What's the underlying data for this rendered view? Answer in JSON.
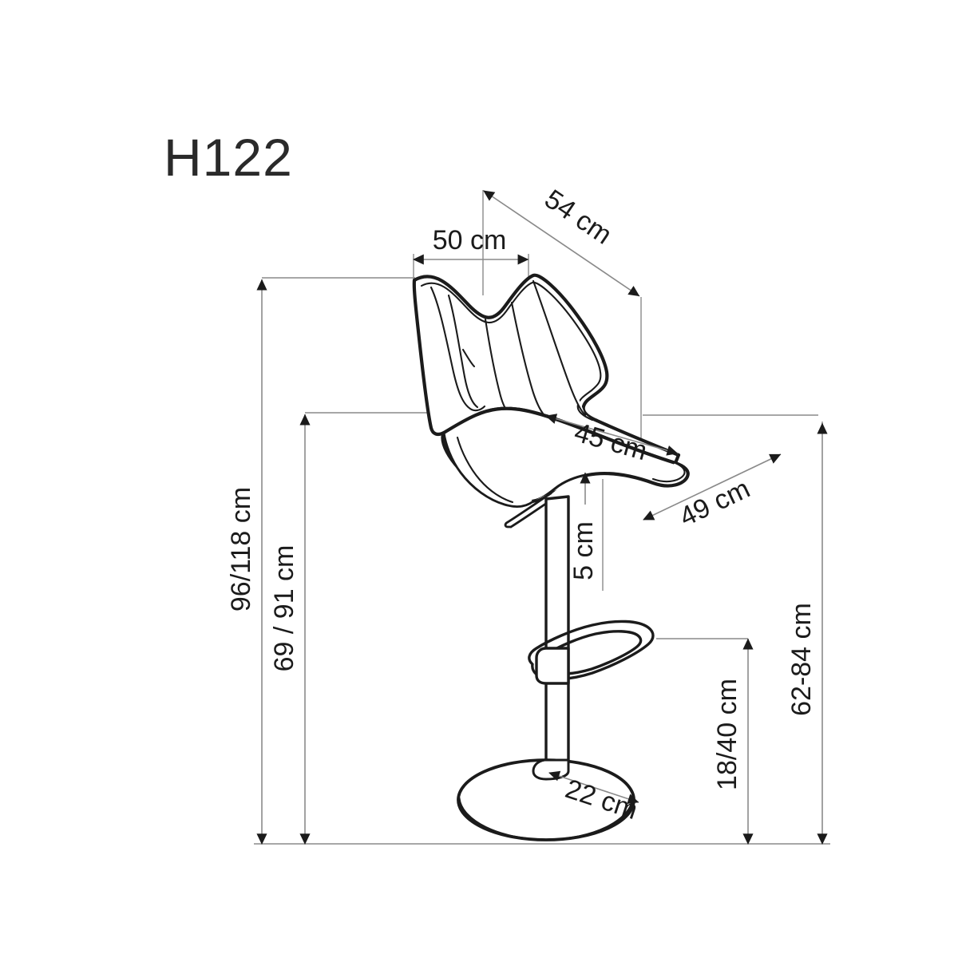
{
  "drawing": {
    "title": "H122",
    "product_type": "bar-stool",
    "view": "side perspective technical dimension drawing",
    "units": "cm",
    "line_color": "#1b1b1b",
    "dimension_line_color": "#8a8a8a",
    "background_color": "#ffffff"
  },
  "dimensions": {
    "overall_width": "50 cm",
    "overall_depth_diagonal": "54 cm",
    "seat_width": "45 cm",
    "seat_depth_diagonal": "49 cm",
    "seat_thickness": "5 cm",
    "total_height": "96/118 cm",
    "seat_height": "69 / 91 cm",
    "backrest_height": "62-84 cm",
    "footrest_height": "18/40 cm",
    "base_diameter": "22 cm"
  },
  "labels": [
    {
      "id": "overall-width",
      "text": "50 cm"
    },
    {
      "id": "overall-depth",
      "text": "54 cm"
    },
    {
      "id": "seat-width",
      "text": "45 cm"
    },
    {
      "id": "seat-depth",
      "text": "49 cm"
    },
    {
      "id": "seat-thickness",
      "text": "5 cm"
    },
    {
      "id": "total-height",
      "text": "96/118 cm"
    },
    {
      "id": "seat-height",
      "text": "69 / 91 cm"
    },
    {
      "id": "backrest-height",
      "text": "62-84 cm"
    },
    {
      "id": "footrest-height",
      "text": "18/40 cm"
    },
    {
      "id": "base-diameter",
      "text": "22 cm"
    }
  ],
  "parts": {
    "backrest": "upholstered shell backrest with vertical channel stitching",
    "seat": "upholstered seat cushion",
    "lever": "gas lift adjustment lever",
    "column": "central gas lift column",
    "footrest": "trapezoidal tubular footrest ring",
    "base": "round disc base"
  }
}
